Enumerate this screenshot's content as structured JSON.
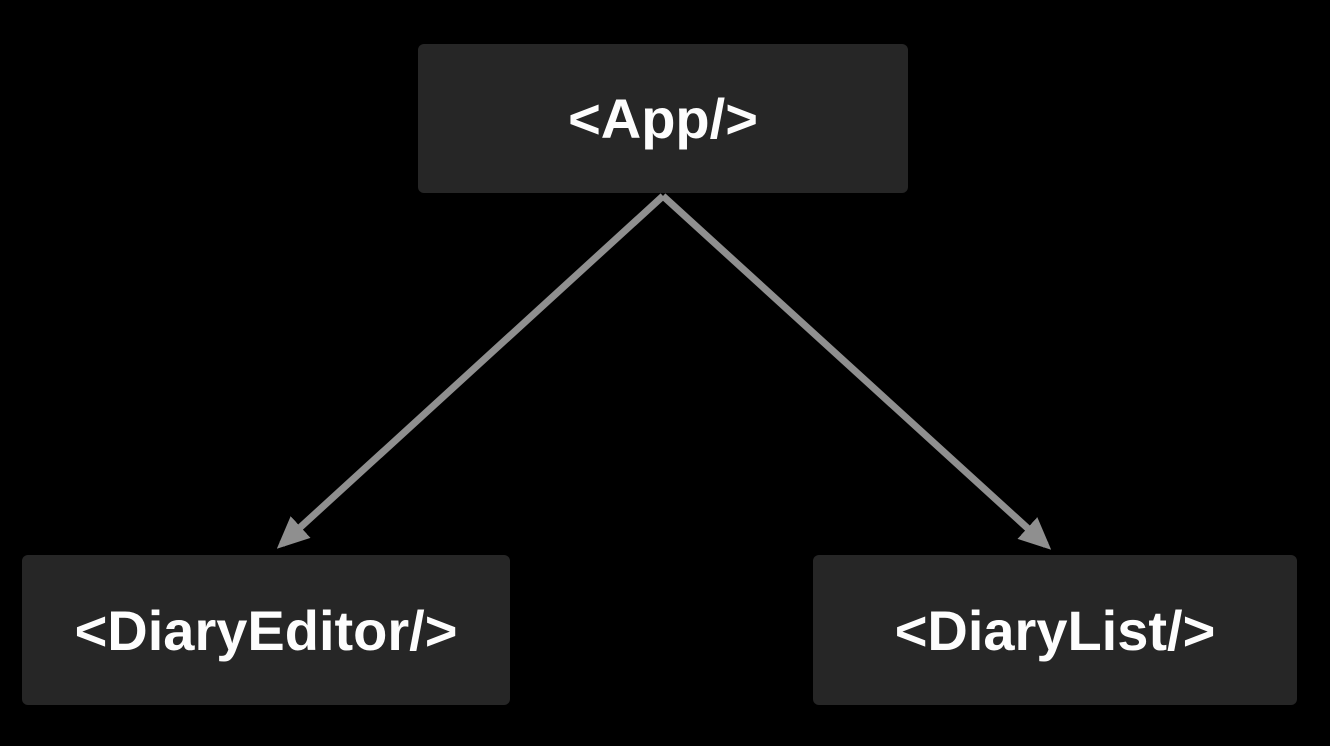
{
  "diagram": {
    "title": "react-component-tree",
    "background_color": "#000000",
    "node_fill_color": "#262626",
    "node_text_color": "#fdfdfd",
    "arrow_color": "#8f8f8f",
    "nodes": [
      {
        "id": "app",
        "label": "<App/>"
      },
      {
        "id": "diary-editor",
        "label": "<DiaryEditor/>"
      },
      {
        "id": "diary-list",
        "label": "<DiaryList/>"
      }
    ],
    "edges": [
      {
        "from": "app",
        "to": "diary-editor"
      },
      {
        "from": "app",
        "to": "diary-list"
      }
    ]
  }
}
